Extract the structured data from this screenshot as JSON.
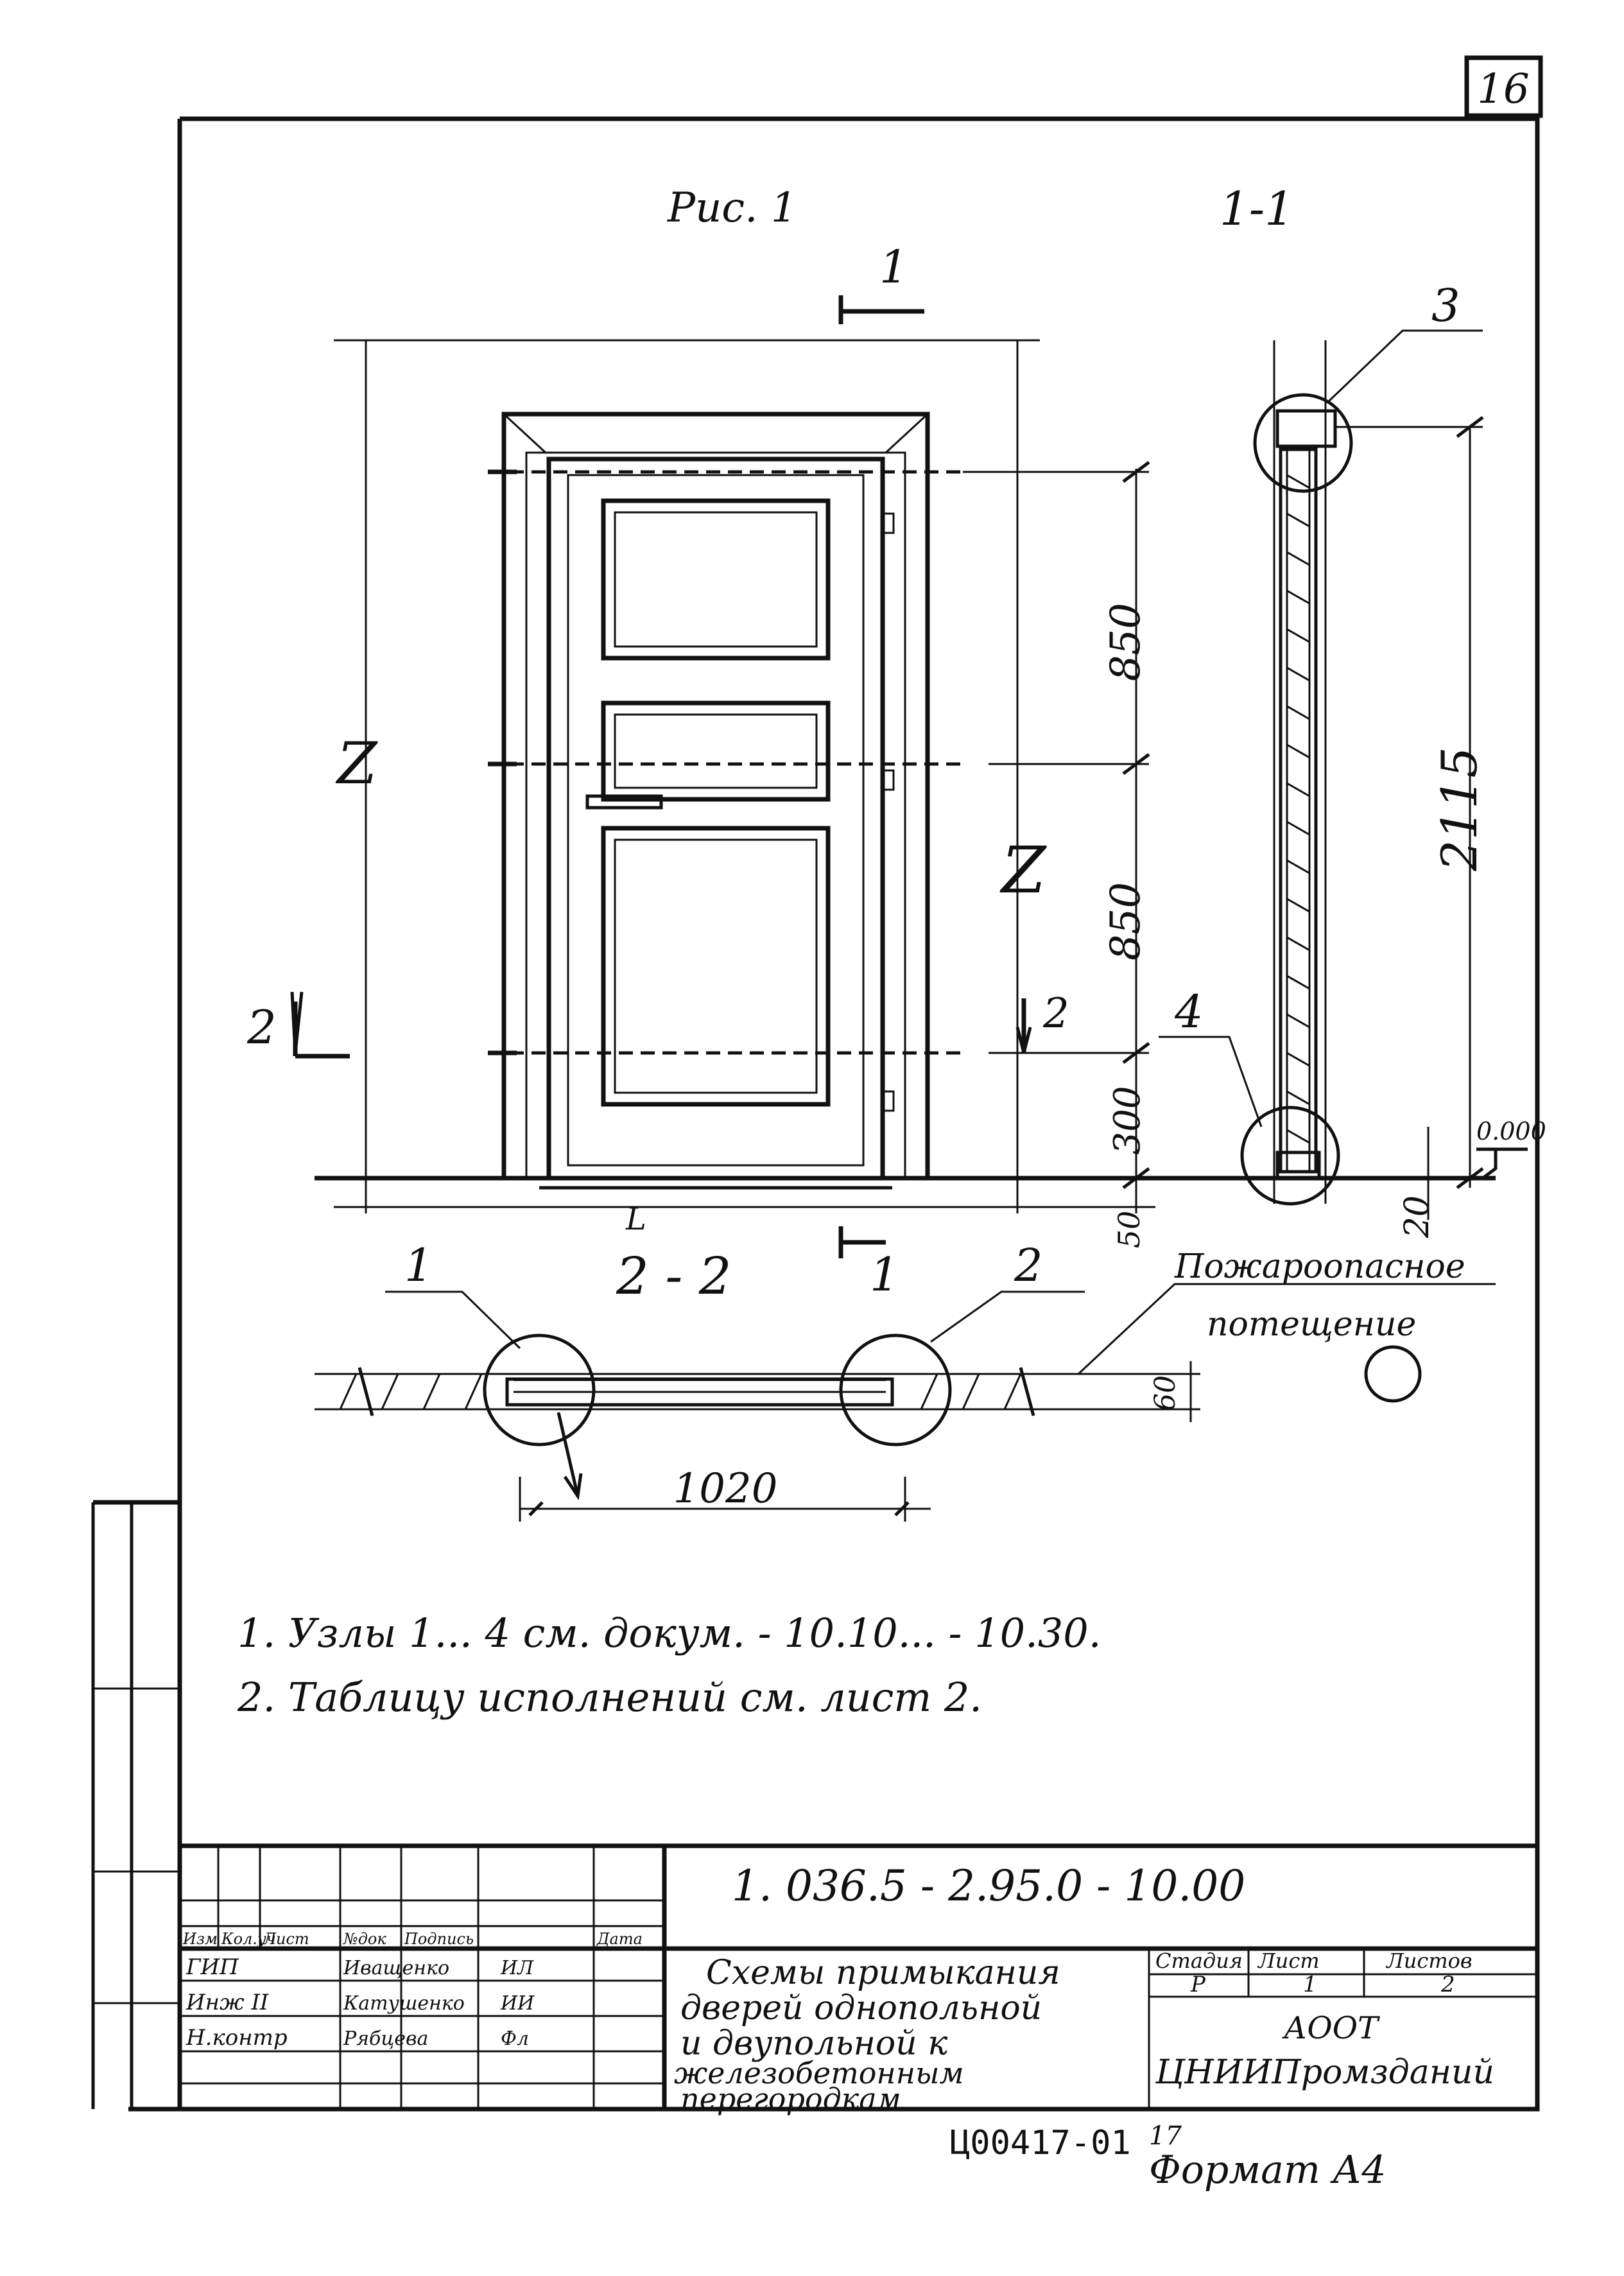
{
  "sheet": {
    "page_number": "16"
  },
  "figure": {
    "title": "Рис. 1",
    "section_1_1": "1-1",
    "section_2_2": "2 - 2"
  },
  "section_marks": {
    "top_cut": "1",
    "bottom_cut": "1",
    "left_cut": "2",
    "mid_cut": "2"
  },
  "callouts": {
    "c1": "1",
    "c2": "2",
    "c3": "3",
    "c4": "4"
  },
  "dimensions": {
    "d850_upper": "850",
    "d850_lower": "850",
    "d300": "300",
    "d50": "50",
    "d2115": "2115",
    "d20": "20",
    "d60": "60",
    "d1020": "1020",
    "level": "0.000",
    "height_var_left": "Z",
    "height_var_mid": "Z",
    "width_var": "L"
  },
  "fire_room": {
    "line1": "Пожароопасное",
    "line2": "потещение"
  },
  "notes": [
    "1. Узлы 1... 4    см. докум.  - 10.10... - 10.30.",
    "2. Таблицу    исполнений  см. лист 2."
  ],
  "title_block": {
    "doc_code": "1. 036.5 - 2.95.0 - 10.00",
    "revision_headers": [
      "Изм",
      "Кол.уч",
      "Лист",
      "№док",
      "Подпись",
      "Дата"
    ],
    "roles": [
      "ГИП",
      "Инж II",
      "Н.контр"
    ],
    "names": [
      "Иващенко",
      "Катушенко",
      "Рябцева"
    ],
    "signatures": [
      "ИЛ",
      "ИИ",
      "Фл"
    ],
    "description": [
      "Схемы примыкания",
      "дверей однопольной",
      "и двупольной к",
      "железобетонным",
      "перегородкам"
    ],
    "stage_label": "Стадия",
    "sheet_label": "Лист",
    "sheets_label": "Листов",
    "stage": "Р",
    "sheet": "1",
    "sheets": "2",
    "org_line1": "АООТ",
    "org_line2": "ЦНИИПромзданий"
  },
  "stamp": {
    "inventory": "Ц00417-01",
    "copy": "17",
    "format": "Формат А4"
  }
}
